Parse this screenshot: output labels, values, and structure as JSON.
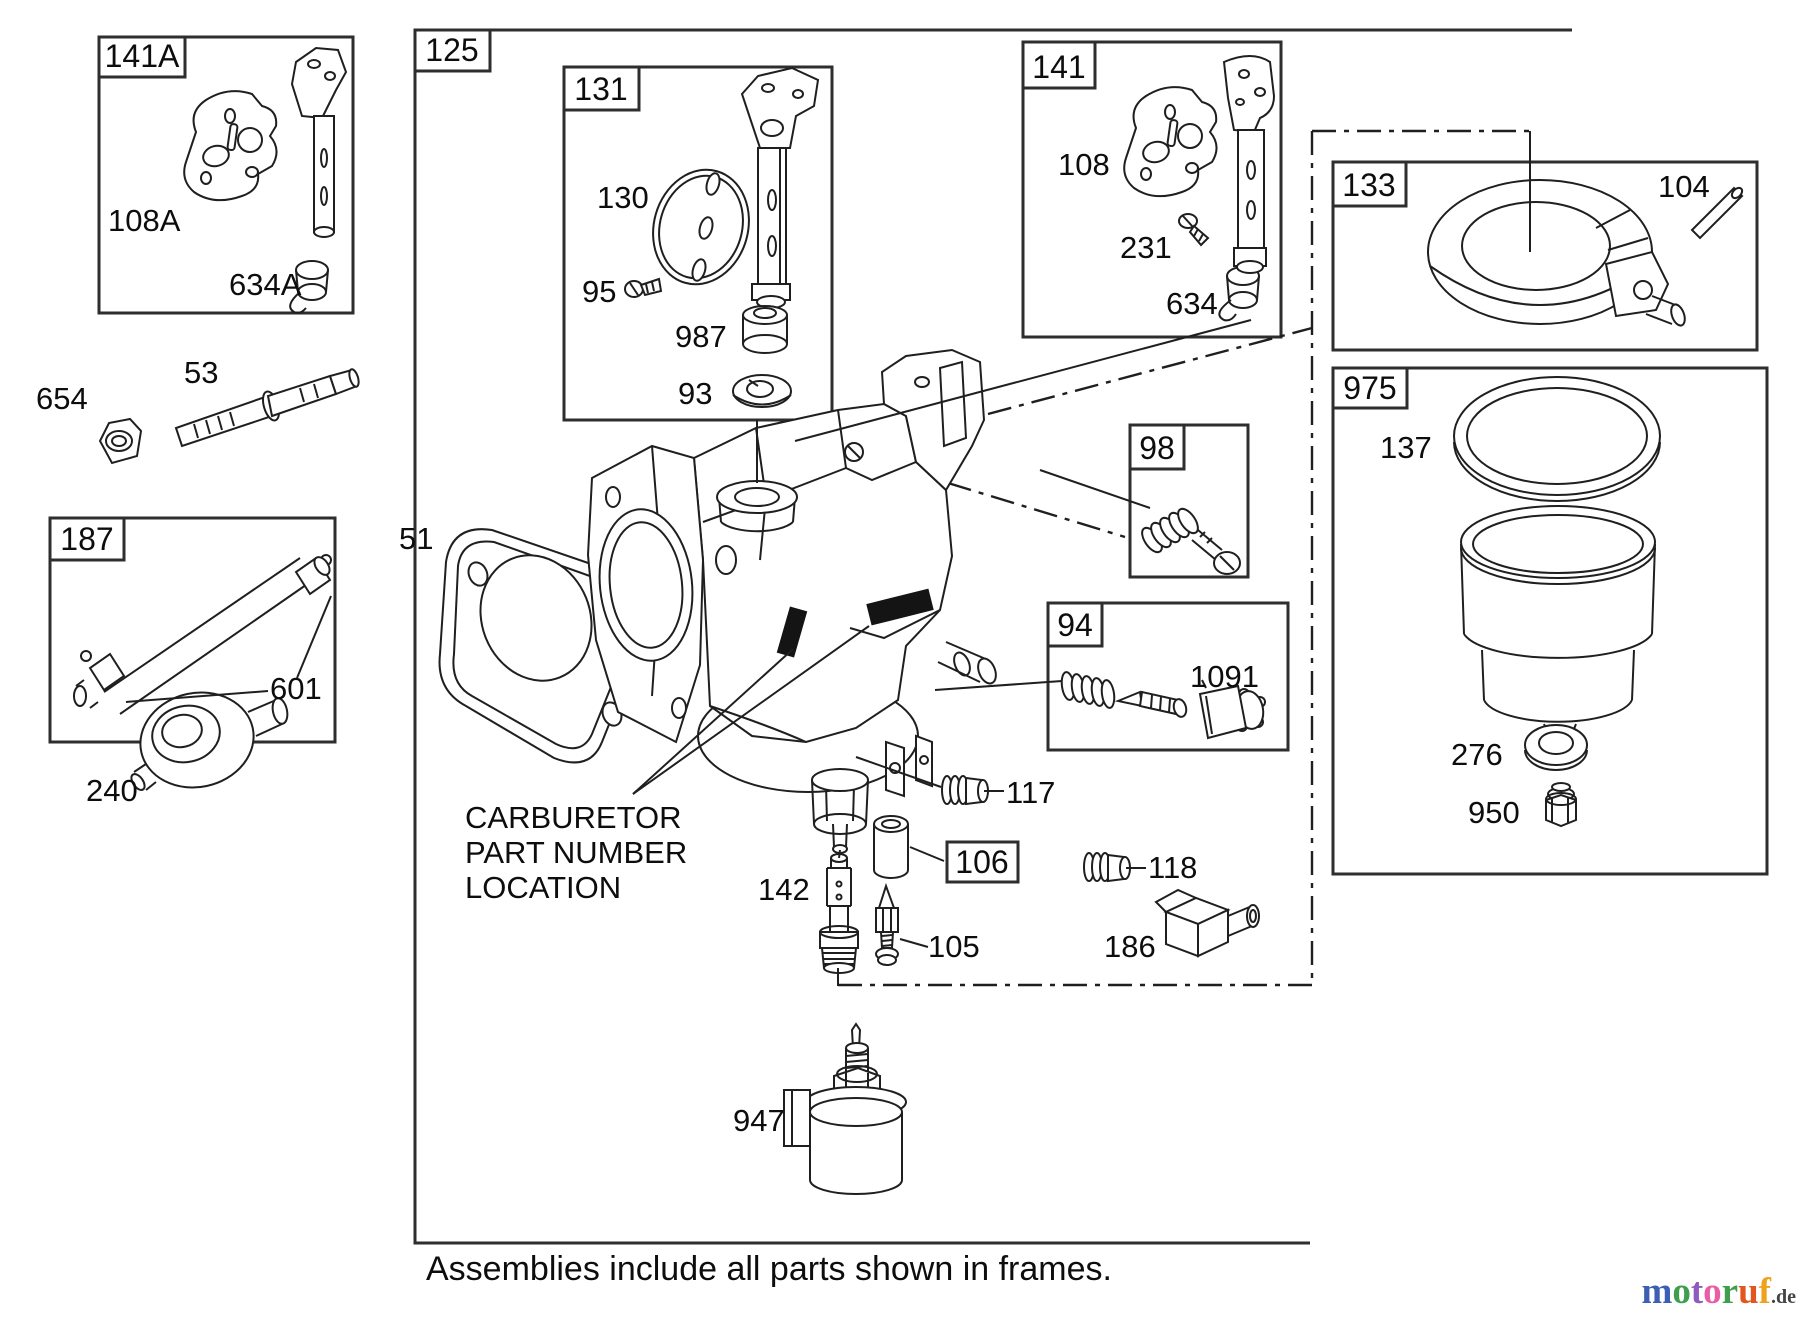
{
  "diagram": {
    "caption": "Assemblies include all parts shown in frames.",
    "note": {
      "line1": "CARBURETOR",
      "line2": "PART NUMBER",
      "line3": "LOCATION"
    },
    "frames": {
      "f141a": "141A",
      "f187": "187",
      "f125": "125",
      "f131": "131",
      "f141": "141",
      "f133": "133",
      "f975": "975",
      "f98": "98",
      "f94": "94",
      "f106": "106"
    },
    "parts": {
      "p108a": "108A",
      "p634a": "634A",
      "p654": "654",
      "p53": "53",
      "p601": "601",
      "p240": "240",
      "p51": "51",
      "p130": "130",
      "p95": "95",
      "p987": "987",
      "p93": "93",
      "p108": "108",
      "p231": "231",
      "p634": "634",
      "p104": "104",
      "p137": "137",
      "p276": "276",
      "p950": "950",
      "p1091": "1091",
      "p117": "117",
      "p142": "142",
      "p105": "105",
      "p118": "118",
      "p186": "186",
      "p947": "947"
    }
  },
  "logo": {
    "letters": [
      {
        "ch": "m",
        "color": "#3b5fb5"
      },
      {
        "ch": "o",
        "color": "#3f9e4d"
      },
      {
        "ch": "t",
        "color": "#8e5bbf"
      },
      {
        "ch": "o",
        "color": "#ea5ca4"
      },
      {
        "ch": "r",
        "color": "#3f9e4d"
      },
      {
        "ch": "u",
        "color": "#e2571f"
      },
      {
        "ch": "f",
        "color": "#eda31c"
      }
    ],
    "suffix": ".de",
    "suffix_color": "#444444"
  },
  "colors": {
    "line": "#1f1f1f",
    "frame": "#2e2e2e",
    "background": "#ffffff"
  }
}
